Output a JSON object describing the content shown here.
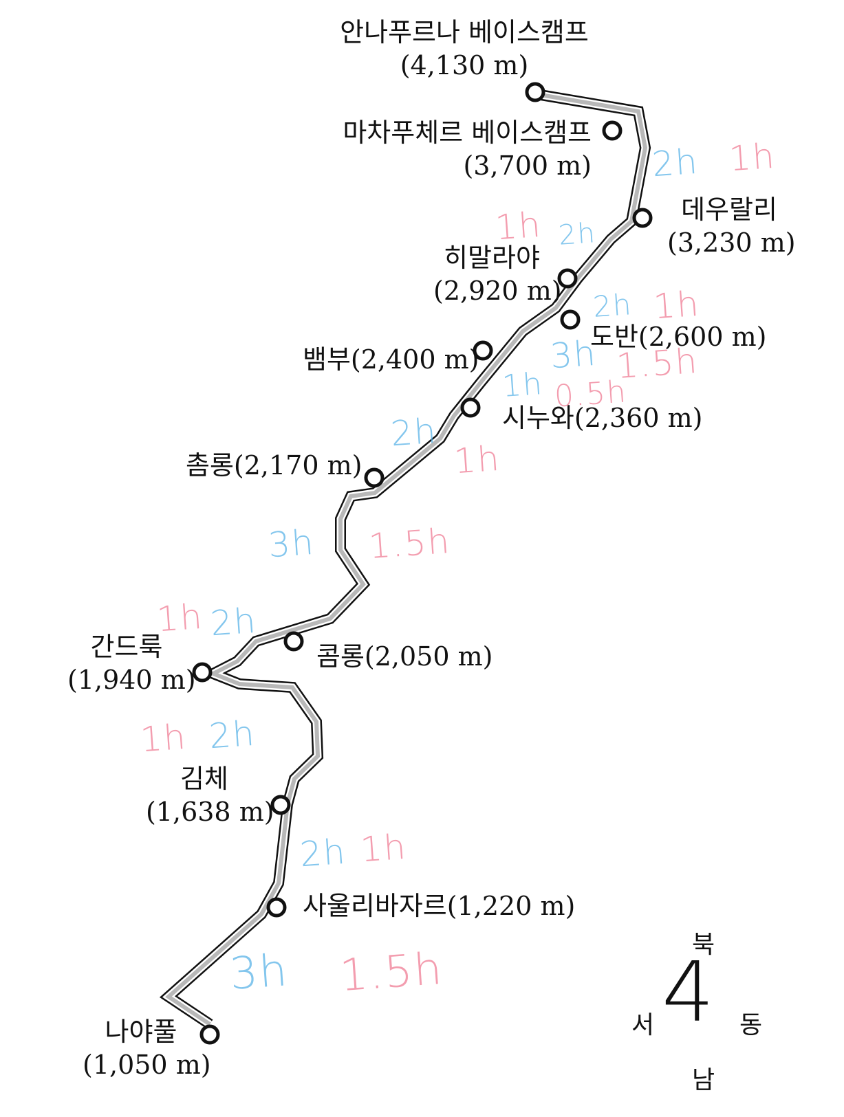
{
  "stations": [
    {
      "id": "abc",
      "name": "안나푸르나 베이스캠프",
      "elev": "(4,130 m)"
    },
    {
      "id": "mbc",
      "name": "마차푸체르 베이스캠프",
      "elev": "(3,700 m)"
    },
    {
      "id": "deurali",
      "name": "데우랄리",
      "elev": "(3,230 m)"
    },
    {
      "id": "himalaya",
      "name": "히말라야",
      "elev": "(2,920 m)"
    },
    {
      "id": "doban",
      "name": "도반",
      "elev": "(2,600 m)"
    },
    {
      "id": "bamboo",
      "name": "뱀부",
      "elev": "(2,400 m)"
    },
    {
      "id": "sinuwa",
      "name": "시누와",
      "elev": "(2,360 m)"
    },
    {
      "id": "chhomrong",
      "name": "촘롱",
      "elev": "(2,170 m)"
    },
    {
      "id": "komrong",
      "name": "콤롱",
      "elev": "(2,050 m)"
    },
    {
      "id": "ghandruk",
      "name": "간드룩",
      "elev": "(1,940 m)"
    },
    {
      "id": "kimche",
      "name": "김체",
      "elev": "(1,638 m)"
    },
    {
      "id": "syauli",
      "name": "사울리바자르",
      "elev": "(1,220 m)"
    },
    {
      "id": "nayapul",
      "name": "나야풀",
      "elev": "(1,050 m)"
    }
  ],
  "times": {
    "abc_deurali_up": "2h",
    "abc_deurali_down": "1h",
    "deurali_himalaya_down": "1h",
    "deurali_himalaya_up": "2h",
    "himalaya_doban_up": "2h",
    "himalaya_doban_down": "1h",
    "doban_bamboo_up": "3h",
    "doban_bamboo_down": "1.5h",
    "bamboo_sinuwa_up": "1h",
    "bamboo_sinuwa_down": "0.5h",
    "sinuwa_chhomrong_up": "2h",
    "sinuwa_chhomrong_down": "1h",
    "chhomrong_ghandruk_up": "3h",
    "chhomrong_ghandruk_down": "1.5h",
    "ghandruk_komrong_down": "1h",
    "ghandruk_komrong_up": "2h",
    "ghandruk_kimche_down": "1h",
    "ghandruk_kimche_up": "2h",
    "kimche_syauli_up": "2h",
    "kimche_syauli_down": "1h",
    "syauli_nayapul_up": "3h",
    "syauli_nayapul_down": "1.5h"
  },
  "compass": {
    "north": "북",
    "south": "남",
    "west": "서",
    "east": "동",
    "number": "4"
  },
  "colors": {
    "uphill": "#5ab3e8",
    "downhill": "#f07d95",
    "route": "#b8b8b8"
  }
}
